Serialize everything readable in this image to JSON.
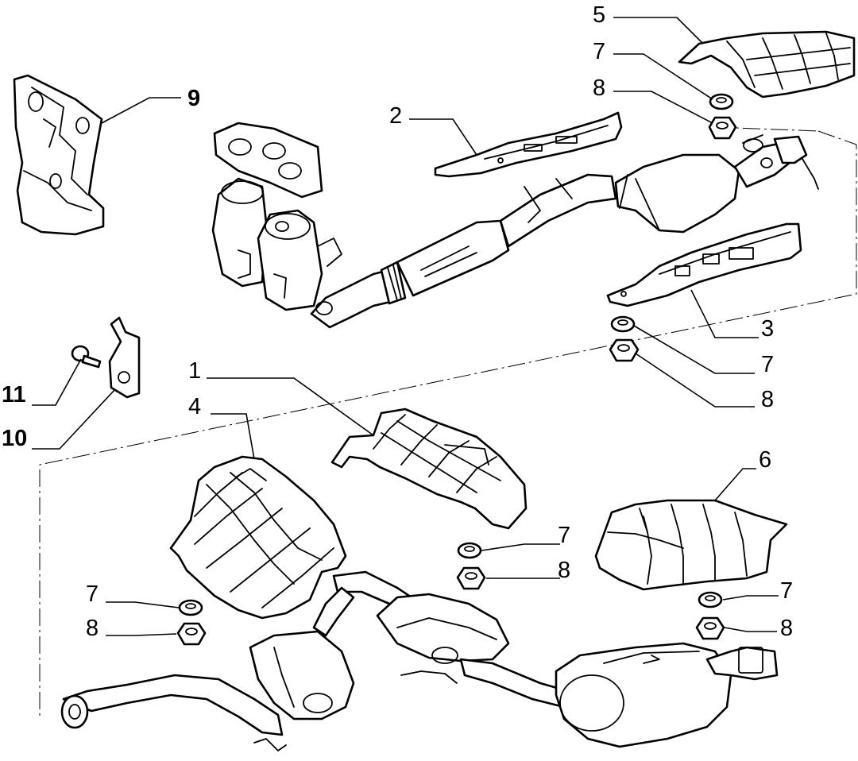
{
  "callouts": [
    {
      "id": "1",
      "label": "1"
    },
    {
      "id": "2",
      "label": "2"
    },
    {
      "id": "3",
      "label": "3"
    },
    {
      "id": "4",
      "label": "4"
    },
    {
      "id": "5",
      "label": "5"
    },
    {
      "id": "6",
      "label": "6"
    },
    {
      "id": "7a",
      "label": "7"
    },
    {
      "id": "8a",
      "label": "8"
    },
    {
      "id": "9",
      "label": "9"
    },
    {
      "id": "10",
      "label": "10"
    },
    {
      "id": "11",
      "label": "11"
    },
    {
      "id": "7b",
      "label": "7"
    },
    {
      "id": "8b",
      "label": "8"
    },
    {
      "id": "7c",
      "label": "7"
    },
    {
      "id": "8c",
      "label": "8"
    },
    {
      "id": "7d",
      "label": "7"
    },
    {
      "id": "8d",
      "label": "8"
    },
    {
      "id": "7e",
      "label": "7"
    },
    {
      "id": "8e",
      "label": "8"
    }
  ]
}
